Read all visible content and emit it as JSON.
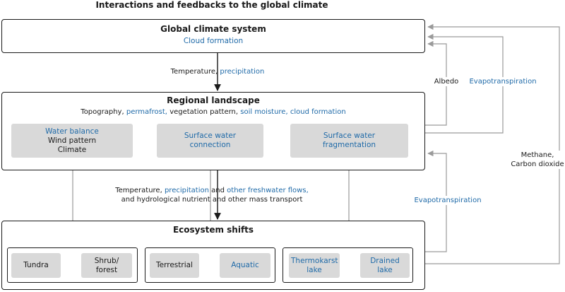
{
  "title": "Interactions and feedbacks to the global climate",
  "global": {
    "title": "Global climate system",
    "subtitle": "Cloud formation"
  },
  "link_global_regional": {
    "part1": "Temperature,",
    "part2": "precipitation"
  },
  "regional": {
    "title": "Regional landscape",
    "items": [
      {
        "text": "Topography,",
        "highlight": false
      },
      {
        "text": "permafrost,",
        "highlight": true
      },
      {
        "text": "vegetation pattern,",
        "highlight": false
      },
      {
        "text": "soil moisture,",
        "highlight": true
      },
      {
        "text": "cloud formation",
        "highlight": true
      }
    ],
    "boxes": [
      {
        "lines": [
          {
            "text": "Water balance",
            "highlight": true
          },
          {
            "text": "Wind pattern",
            "highlight": false
          },
          {
            "text": "Climate",
            "highlight": false
          }
        ]
      },
      {
        "lines": [
          {
            "text": "Surface water",
            "highlight": true
          },
          {
            "text": "connection",
            "highlight": true
          }
        ]
      },
      {
        "lines": [
          {
            "text": "Surface water",
            "highlight": true
          },
          {
            "text": "fragmentation",
            "highlight": true
          }
        ]
      }
    ]
  },
  "link_regional_ecosystem": {
    "line1": {
      "a": "Temperature,",
      "b": "precipitation",
      "c": "and",
      "d": "other freshwater flows,"
    },
    "line2": "and hydrological nutrient and other mass transport"
  },
  "ecosystem": {
    "title": "Ecosystem shifts",
    "groups": [
      {
        "from": {
          "text": "Tundra",
          "highlight": false
        },
        "to": {
          "text": "Shrub/ forest",
          "highlight": false
        }
      },
      {
        "from": {
          "text": "Terrestrial",
          "highlight": false
        },
        "to": {
          "text": "Aquatic",
          "highlight": true
        }
      },
      {
        "from": {
          "text": "Thermokarst lake",
          "highlight": true
        },
        "to": {
          "text": "Drained lake",
          "highlight": true
        }
      }
    ]
  },
  "feedbacks": {
    "albedo": "Albedo",
    "evapotranspiration_top": "Evapotranspiration",
    "evapotranspiration_mid": "Evapotranspiration",
    "methane": "Methane,",
    "co2": "Carbon dioxide"
  },
  "colors": {
    "accent": "#1f6aa8",
    "box_fill": "#d9d9d9",
    "arrow_gray": "#9a9a9a",
    "line": "#1a1a1a"
  }
}
